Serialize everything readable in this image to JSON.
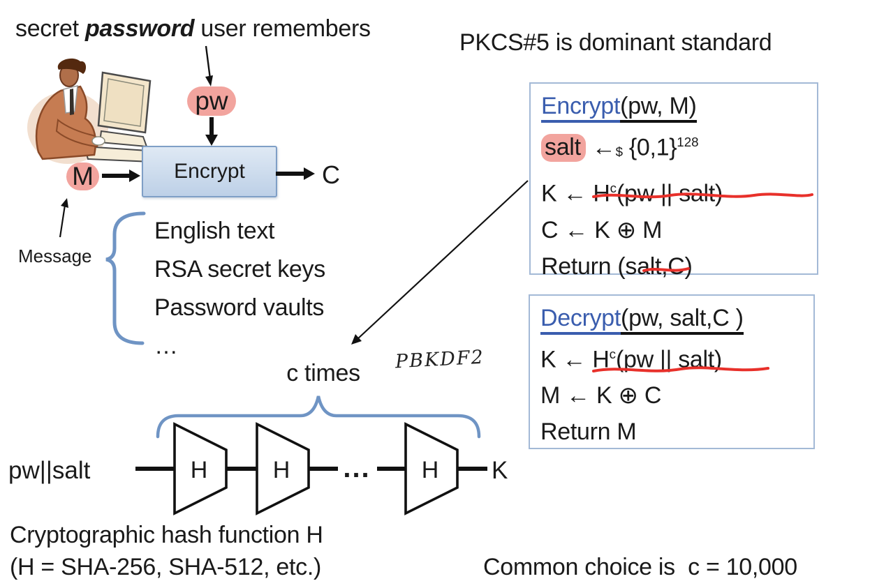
{
  "labels": {
    "secret_pre": "secret ",
    "secret_em": "password",
    "secret_post": " user remembers",
    "pw": "pw",
    "m": "M",
    "encrypt_machine": "Encrypt",
    "c_out": "C",
    "message": "Message",
    "message_items": [
      "English text",
      "RSA secret keys",
      "Password vaults",
      "…"
    ],
    "pkcs_title": "PKCS#5 is dominant standard",
    "c_times": "c times",
    "pbkdf2": "PBKDF2",
    "pw_salt": "pw||salt",
    "h": "H",
    "dots": "...",
    "k_out": "K",
    "hash_note_1": "Cryptographic hash function H",
    "hash_note_2": "(H = SHA-256, SHA-512, etc.)",
    "common_choice": "Common choice is  c = 10,000"
  },
  "encrypt_code": {
    "title_fn": "Encrypt",
    "title_args": "(pw, M)",
    "salt_var": "salt",
    "salt_arrow": " ←",
    "salt_dollar": "$",
    "salt_set": " {0,1}",
    "salt_exp": "128",
    "k_pre": "K ← H",
    "k_sup": "c",
    "k_post": "(pw || salt)",
    "c_line": "C ← K ⊕ M",
    "return_line": "Return (salt,C)"
  },
  "decrypt_code": {
    "title_fn": "Decrypt",
    "title_args": "(pw, salt,C )",
    "k_pre": "K ← H",
    "k_sup": "c",
    "k_post": "(pw || salt)",
    "m_line": "M ← K ⊕ C",
    "return_line": "Return M"
  },
  "colors": {
    "highlight_pink": "#f2a49e",
    "box_fill_top": "#dfe9f4",
    "box_fill_bottom": "#bdd0e7",
    "box_border": "#7f9fc6",
    "code_box_border": "#a3b9d6",
    "keyword_blue": "#3a5dae",
    "underline_red": "#e8302a",
    "brace_blue": "#6f94c4",
    "ink": "#1a1a1a"
  }
}
